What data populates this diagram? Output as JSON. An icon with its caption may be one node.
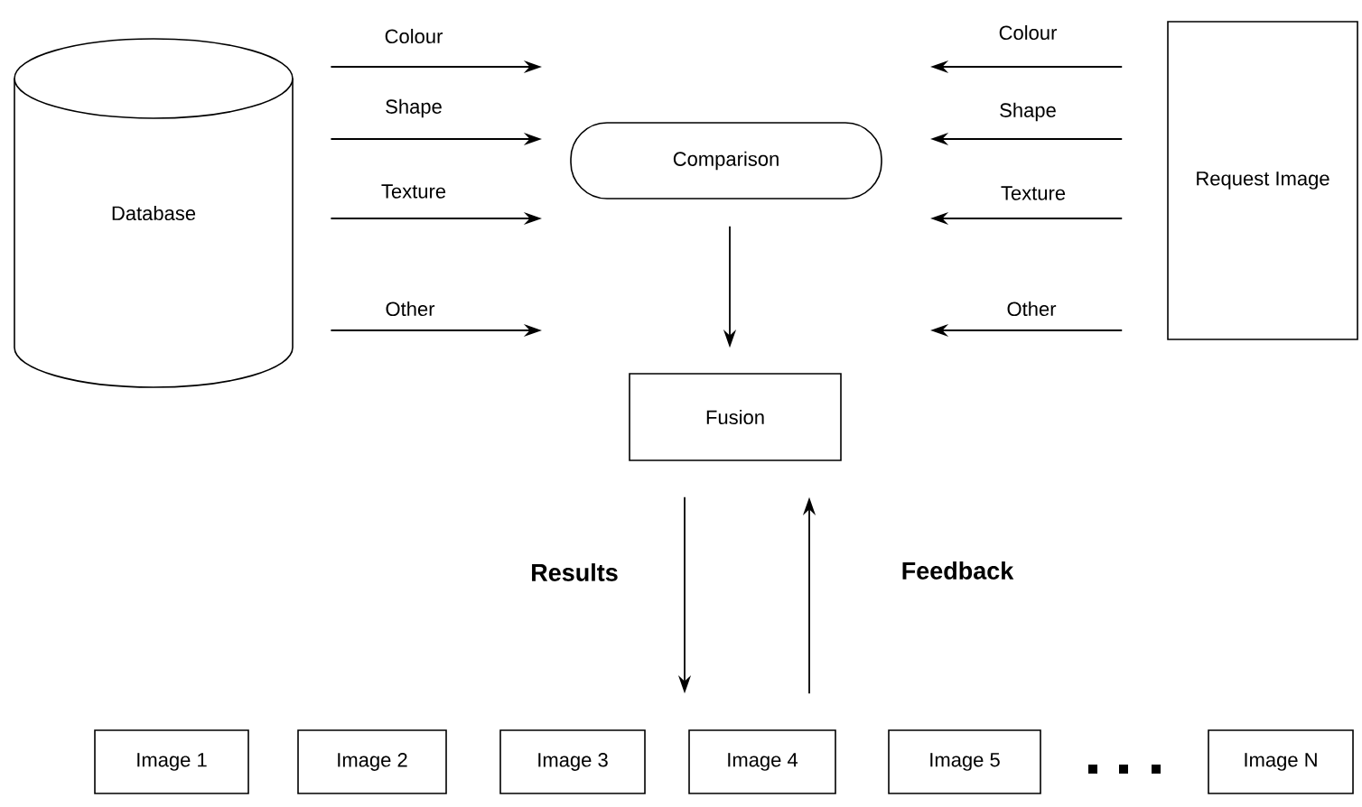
{
  "diagram": {
    "nodes": [
      {
        "text": [
          "Database"
        ]
      },
      {
        "text": [
          "Comparison"
        ]
      },
      {
        "text": [
          "Request Image"
        ]
      },
      {
        "text": [
          "Fusion"
        ]
      },
      {
        "text": [
          "Image 1"
        ]
      },
      {
        "text": [
          "Image 2"
        ]
      },
      {
        "text": [
          "Image 3"
        ]
      },
      {
        "text": [
          "Image 4"
        ]
      },
      {
        "text": [
          "Image 5"
        ]
      },
      {
        "text": [
          "Image N"
        ]
      }
    ],
    "edges": [
      {
        "from": 0,
        "to": null,
        "arrow": "to",
        "label": "Colour"
      },
      {
        "from": 0,
        "to": null,
        "arrow": "to",
        "label": "Shape"
      },
      {
        "from": 0,
        "to": null,
        "arrow": "to",
        "label": "Texture"
      },
      {
        "from": 0,
        "to": null,
        "arrow": "to",
        "label": "Other"
      },
      {
        "from": 2,
        "to": null,
        "arrow": "to",
        "label": "Colour"
      },
      {
        "from": 2,
        "to": null,
        "arrow": "to",
        "label": "Shape"
      },
      {
        "from": 2,
        "to": null,
        "arrow": "to",
        "label": "Texture"
      },
      {
        "from": 2,
        "to": null,
        "arrow": "to",
        "label": "Other"
      },
      {
        "from": 1,
        "to": 3,
        "arrow": "to"
      },
      {
        "from": 3,
        "to": 7,
        "arrow": "to",
        "label": "**Results**"
      },
      {
        "from": 7,
        "to": 3,
        "arrow": "to",
        "label": "**Feedback**"
      }
    ]
  }
}
